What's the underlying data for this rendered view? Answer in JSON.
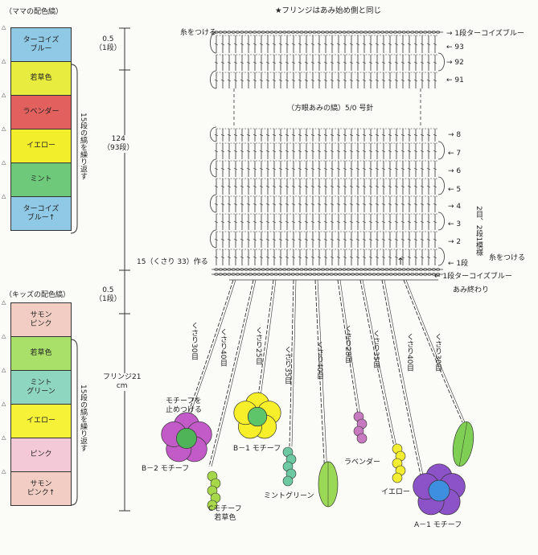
{
  "header": {
    "fringe_note": "★フリンジはあみ始め側と同じ"
  },
  "mama": {
    "title": "（ママの配色縞）",
    "swatches": [
      {
        "label": "ターコイズ\nブルー",
        "color": "#8fc9e6"
      },
      {
        "label": "若草色",
        "color": "#e8ec3e"
      },
      {
        "label": "ラベンダー",
        "color": "#e2605e"
      },
      {
        "label": "イエロー",
        "color": "#f2ee2c"
      },
      {
        "label": "ミント",
        "color": "#6ec97a"
      },
      {
        "label": "ターコイズ\nブルー↑",
        "color": "#8fc9e6"
      }
    ],
    "repeat_note": "15段の縞を繰り返す",
    "top_dim": "0.5\n（1段）",
    "mid_dim": "124\n（93段）"
  },
  "kids": {
    "title": "（キッズの配色縞）",
    "swatches": [
      {
        "label": "サモン\nピンク",
        "color": "#f2cdc4"
      },
      {
        "label": "若草色",
        "color": "#a8e06a"
      },
      {
        "label": "ミント\nグリーン",
        "color": "#8fd6c0"
      },
      {
        "label": "イエロー",
        "color": "#f5f238"
      },
      {
        "label": "ピンク",
        "color": "#f3c9d8"
      },
      {
        "label": "サモン\nピンク↑",
        "color": "#f2cdc4"
      }
    ],
    "repeat_note": "15段の縞を繰り返す",
    "top_dim": "0.5\n（1段）",
    "fringe_dim": "フリンジ21\ncm"
  },
  "chart": {
    "attach_yarn_top": "糸をつける",
    "center_label": "（方眼あみの縞）5/0 号針",
    "start_label": "15（くさり 33）作る",
    "attach_yarn_right": "糸をつける",
    "pattern_note": "2目、2段1模様",
    "end_label": "あみ終わり",
    "top_rows": [
      {
        "label": "→ 1段ターコイズブルー"
      },
      {
        "label": "← 93"
      },
      {
        "label": "→ 92"
      },
      {
        "label": "← 91"
      }
    ],
    "bottom_rows": [
      {
        "label": "→ 8"
      },
      {
        "label": "← 7"
      },
      {
        "label": "→ 6"
      },
      {
        "label": "← 5"
      },
      {
        "label": "→ 4"
      },
      {
        "label": "← 3"
      },
      {
        "label": "→ 2"
      },
      {
        "label": "← 1段"
      }
    ],
    "fringe_start": "← 1段ターコイズブルー"
  },
  "fringes": [
    {
      "label": "くさり30目"
    },
    {
      "label": "くさり40目"
    },
    {
      "label": "くさり25目"
    },
    {
      "label": "くさり35目"
    },
    {
      "label": "くさり40目"
    },
    {
      "label": "くさり28目"
    },
    {
      "label": "くさり35目"
    },
    {
      "label": "くさり40目"
    },
    {
      "label": "くさり30目"
    }
  ],
  "motifs": {
    "attach_note": "モチーフを\n止めつける",
    "b2": "B－2 モチーフ",
    "b1": "B－1 モチーフ",
    "c": "Cモチーフ\n若草色",
    "mint": "ミントグリーン",
    "lavender": "ラベンダー",
    "yellow": "イエロー",
    "a1": "A－1 モチーフ"
  }
}
